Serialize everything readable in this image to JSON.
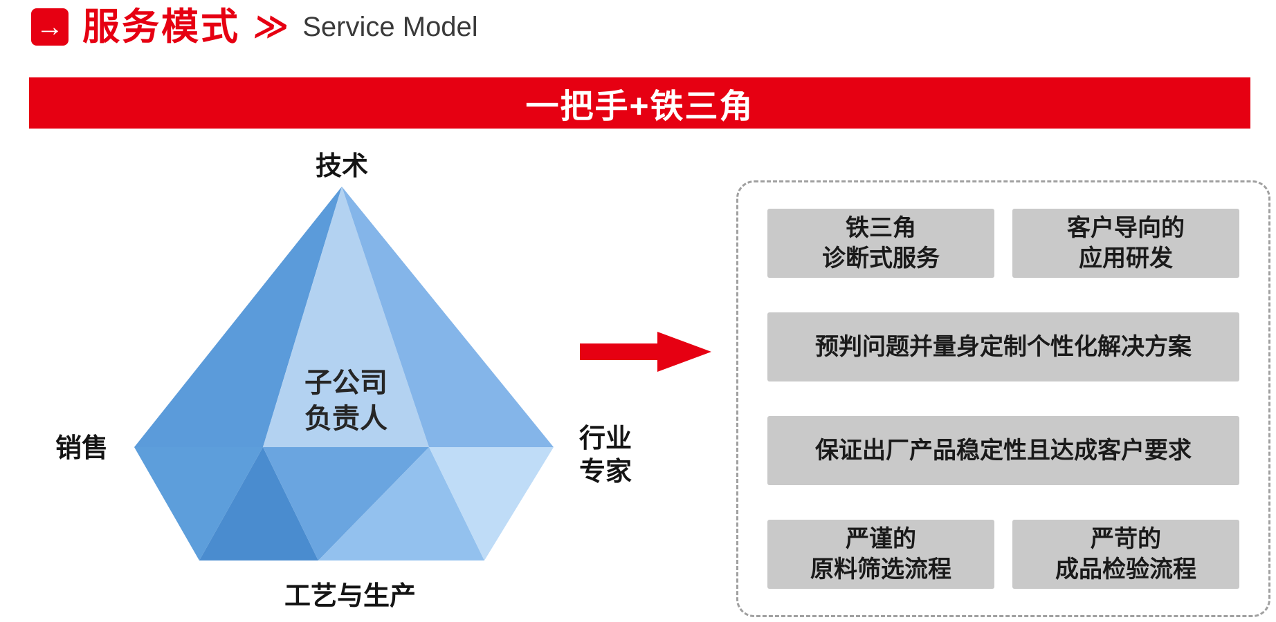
{
  "header": {
    "arrow_icon": "→",
    "title_cn": "服务模式",
    "chevron_icon": "≫",
    "title_en": "Service Model"
  },
  "banner": {
    "text": "一把手+铁三角"
  },
  "diamond": {
    "top_label": "技术",
    "left_label": "销售",
    "right_label": [
      "行业",
      "专家"
    ],
    "bottom_label": "工艺与生产",
    "center_label": [
      "子公司",
      "负责人"
    ]
  },
  "panel": {
    "boxes": [
      {
        "lines": [
          "铁三角",
          "诊断式服务"
        ]
      },
      {
        "lines": [
          "客户导向的",
          "应用研发"
        ]
      },
      {
        "lines": [
          "预判问题并量身定制个性化解决方案"
        ]
      },
      {
        "lines": [
          "保证出厂产品稳定性且达成客户要求"
        ]
      },
      {
        "lines": [
          "严谨的",
          "原料筛选流程"
        ]
      },
      {
        "lines": [
          "严苛的",
          "成品检验流程"
        ]
      }
    ]
  },
  "colors": {
    "accent_red": "#e60012",
    "box_gray": "#c9c9c9",
    "dash_border": "#a0a0a0",
    "diamond_blues": [
      "#5b9bda",
      "#b3d2f1",
      "#84b5e9",
      "#5d9edb",
      "#4a8ccf",
      "#6aa5e0",
      "#93c1ee",
      "#bfdcf7"
    ]
  }
}
